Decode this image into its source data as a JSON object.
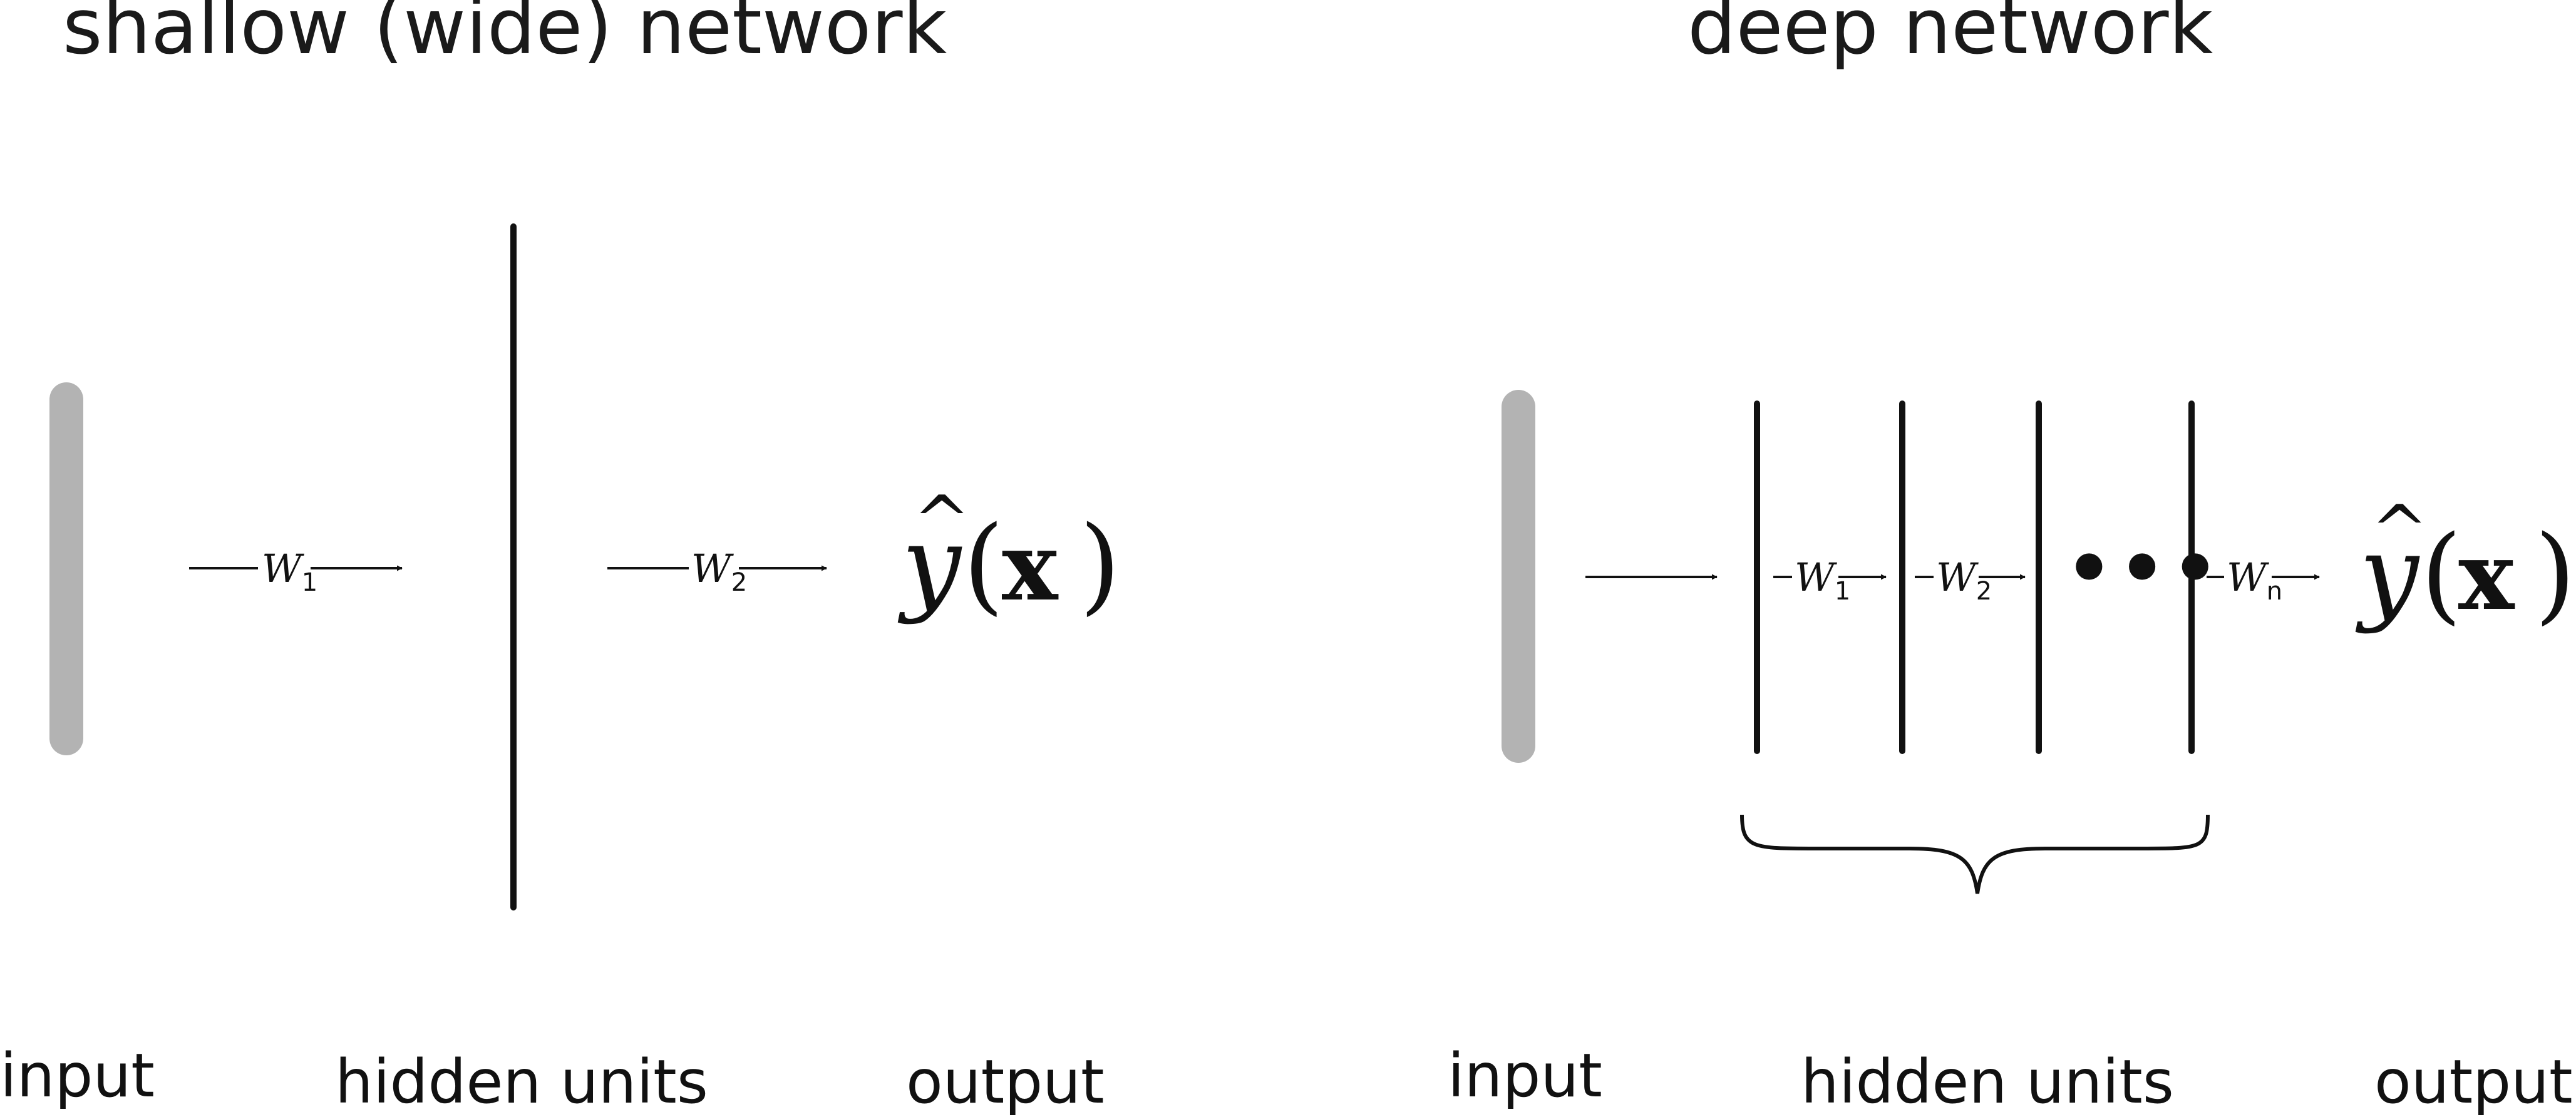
{
  "shallow": {
    "title": "shallow (wide) network",
    "input_label": "input",
    "hidden_label": "hidden units",
    "output_label": "output",
    "weights": [
      {
        "symbol": "W",
        "sub": "1"
      },
      {
        "symbol": "W",
        "sub": "2"
      }
    ],
    "output": {
      "symbol": "y",
      "hat": "^",
      "open_paren": "(",
      "arg": "x",
      "close_paren": ")"
    }
  },
  "deep": {
    "title": "deep network",
    "input_label": "input",
    "hidden_label": "hidden units",
    "output_label": "output",
    "ellipsis": "•••",
    "weights": [
      {
        "symbol": "W",
        "sub": "1"
      },
      {
        "symbol": "W",
        "sub": "2"
      },
      {
        "symbol": "W",
        "sub": "n"
      }
    ],
    "output": {
      "symbol": "y",
      "hat": "^",
      "open_paren": "(",
      "arg": "x",
      "close_paren": ")"
    }
  },
  "colors": {
    "input_bar": "#b3b3b3",
    "line": "#111111"
  }
}
